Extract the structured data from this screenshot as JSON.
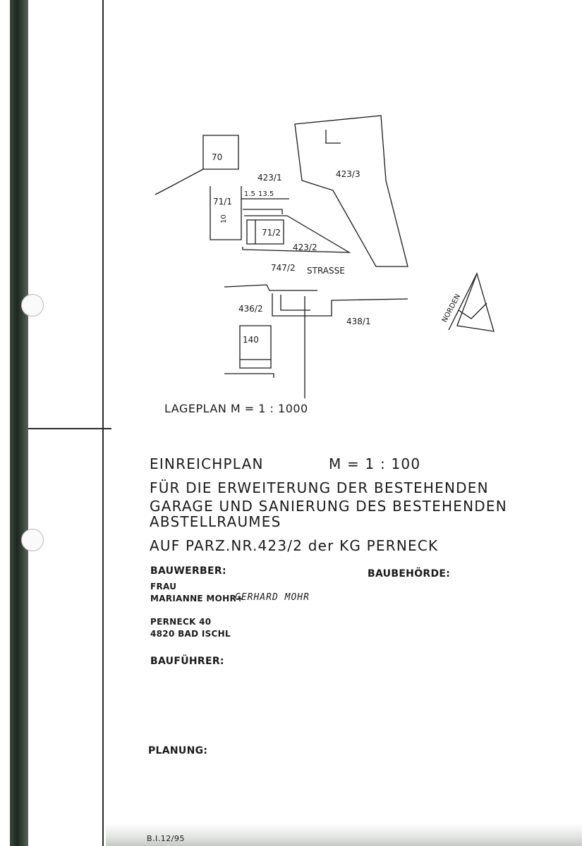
{
  "site_plan": {
    "parcel_labels": [
      "70",
      "423/1",
      "423/3",
      "71/1",
      "71/2",
      "423/2",
      "747/2",
      "436/2",
      "438/1",
      "140"
    ],
    "dimension_labels": [
      "1.5",
      "13.5",
      "10"
    ],
    "street_label": "STRASSE",
    "north_label": "NORDEN",
    "scale_label": "LAGEPLAN M = 1 : 1000"
  },
  "title_block": {
    "plan_type": "EINREICHPLAN",
    "scale": "M = 1 : 100",
    "line_1": "FÜR DIE ERWEITERUNG DER BESTEHENDEN",
    "line_2": "GARAGE UND SANIERUNG DES BESTEHENDEN",
    "line_3": "ABSTELLRAUMES",
    "line_4": "AUF PARZ.NR.423/2 der KG PERNECK"
  },
  "applicant": {
    "heading": "BAUWERBER:",
    "salutation": "FRAU",
    "name_printed": "MARIANNE MOHR+",
    "name_handwritten": "GERHARD MOHR",
    "street": "PERNECK 40",
    "city": "4820 BAD ISCHL"
  },
  "authority": {
    "heading": "BAUBEHÖRDE:"
  },
  "site_manager": {
    "heading": "BAUFÜHRER:"
  },
  "planning": {
    "heading": "PLANUNG:"
  },
  "footer": {
    "code": "B.I.12/95"
  }
}
